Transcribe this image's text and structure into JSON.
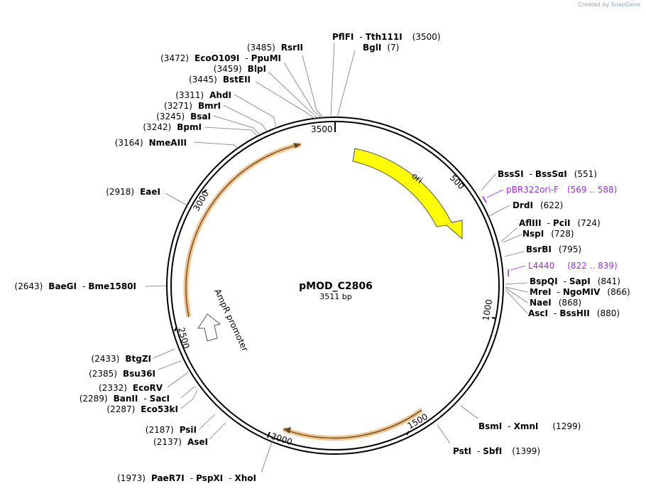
{
  "credit": {
    "prefix": "Created by",
    "brand": "SnapGene"
  },
  "plasmid": {
    "name": "pMOD_C2806",
    "length": "3511 bp"
  },
  "ticks": [
    "500",
    "1000",
    "1500",
    "2000",
    "2500",
    "3000",
    "3500"
  ],
  "features": [
    {
      "name": "ori",
      "type": "rep_origin",
      "color": "#ffff00"
    },
    {
      "name": "AmpR promoter",
      "type": "promoter"
    }
  ],
  "primers": [
    {
      "name": "pBR322ori-F",
      "range": "(569 .. 588)",
      "color": "#9b30d9"
    },
    {
      "name": "L4440",
      "range": "(822 .. 839)",
      "color": "#9b30d9"
    }
  ],
  "sites": [
    {
      "pos": "(3485)",
      "name": "RsrII"
    },
    {
      "pos": "(3472)",
      "name": "EcoO109I",
      "name2": "PpuMI"
    },
    {
      "pos": "(3459)",
      "name": "BlpI"
    },
    {
      "pos": "(3445)",
      "name": "BstEII"
    },
    {
      "pos": "(3311)",
      "name": "AhdI"
    },
    {
      "pos": "(3271)",
      "name": "BmrI"
    },
    {
      "pos": "(3245)",
      "name": "BsaI"
    },
    {
      "pos": "(3242)",
      "name": "BpmI"
    },
    {
      "pos": "(3164)",
      "name": "NmeAIII"
    },
    {
      "pos": "(2918)",
      "name": "EaeI"
    },
    {
      "pos": "(2643)",
      "name": "BaeGI",
      "name2": "Bme1580I"
    },
    {
      "pos": "(2433)",
      "name": "BtgZI"
    },
    {
      "pos": "(2385)",
      "name": "Bsu36I"
    },
    {
      "pos": "(2332)",
      "name": "EcoRV"
    },
    {
      "pos": "(2289)",
      "name": "BanII",
      "name2": "SacI"
    },
    {
      "pos": "(2287)",
      "name": "Eco53kI"
    },
    {
      "pos": "(2187)",
      "name": "PsiI"
    },
    {
      "pos": "(2137)",
      "name": "AseI"
    },
    {
      "pos": "(1973)",
      "name": "PaeR7I",
      "name2": "PspXI",
      "name3": "XhoI"
    },
    {
      "pos": "(3500)",
      "name": "PflFI",
      "name2": "Tth111I"
    },
    {
      "pos": "(7)",
      "name": "BglI"
    },
    {
      "pos": "(551)",
      "name": "BssSI",
      "name2": "BssSαI"
    },
    {
      "pos": "(622)",
      "name": "DrdI"
    },
    {
      "pos": "(724)",
      "name": "AflIII",
      "name2": "PciI"
    },
    {
      "pos": "(728)",
      "name": "NspI"
    },
    {
      "pos": "(795)",
      "name": "BsrBI"
    },
    {
      "pos": "(841)",
      "name": "BspQI",
      "name2": "SapI"
    },
    {
      "pos": "(866)",
      "name": "MreI",
      "name2": "NgoMIV"
    },
    {
      "pos": "(868)",
      "name": "NaeI"
    },
    {
      "pos": "(880)",
      "name": "AscI",
      "name2": "BssHII"
    },
    {
      "pos": "(1299)",
      "name": "BsmI",
      "name2": "XmnI"
    },
    {
      "pos": "(1399)",
      "name": "PstI",
      "name2": "SbfI"
    }
  ],
  "sep": "-"
}
